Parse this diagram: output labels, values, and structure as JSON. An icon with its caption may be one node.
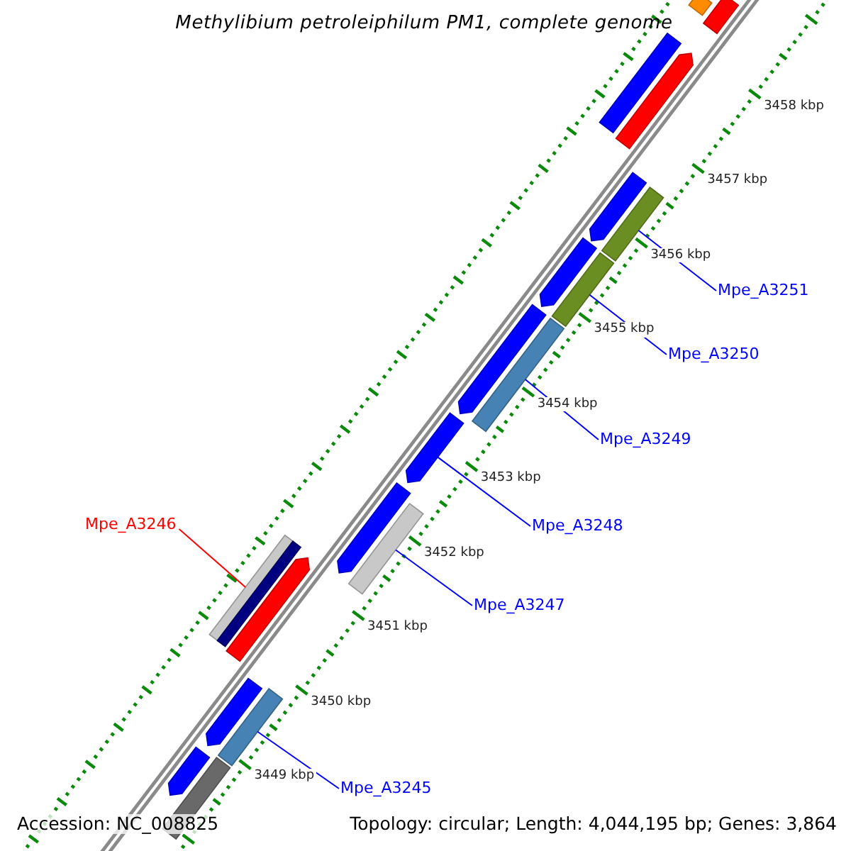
{
  "diagram": {
    "title": "Methylibium petroleiphilum PM1, complete genome",
    "nodes": [
      {
        "text": [
          "Mpe_A3251"
        ]
      },
      {
        "text": [
          "Mpe_A3250"
        ]
      },
      {
        "text": [
          "Mpe_A3249"
        ]
      },
      {
        "text": [
          "Mpe_A3246"
        ]
      },
      {
        "text": [
          "Mpe_A3248"
        ]
      },
      {
        "text": [
          "Mpe_A3247"
        ]
      },
      {
        "text": [
          "Mpe_A3245"
        ]
      },
      {
        "text": [],
        "shape": "bar"
      },
      {
        "text": [],
        "shape": "bar"
      },
      {
        "text": [],
        "shape": "bar"
      },
      {
        "text": [],
        "shape": "bar"
      },
      {
        "text": [],
        "shape": "bar"
      },
      {
        "text": [],
        "shape": "bar"
      },
      {
        "text": [],
        "shape": "bar"
      },
      {
        "text": [],
        "shape": "bar"
      },
      {
        "text": [],
        "shape": "bar"
      },
      {
        "text": [],
        "shape": "bar"
      },
      {
        "text": [],
        "shape": "bar"
      },
      {
        "text": [],
        "shape": "bar"
      },
      {
        "text": [],
        "shape": "bar"
      },
      {
        "text": [],
        "shape": "bar"
      },
      {
        "text": [],
        "shape": "bar"
      },
      {
        "text": [],
        "shape": "bar"
      },
      {
        "text": [],
        "shape": "bar"
      },
      {
        "text": [],
        "shape": "bar"
      },
      {
        "text": [],
        "shape": "bar"
      }
    ],
    "edges": [
      {
        "from": 0,
        "to": 12,
        "arrow": "none"
      },
      {
        "from": 1,
        "to": 14,
        "arrow": "none"
      },
      {
        "from": 2,
        "to": 16,
        "arrow": "none"
      },
      {
        "from": 3,
        "to": 20,
        "arrow": "none",
        "color": "#ff0000"
      },
      {
        "from": 4,
        "to": 17,
        "arrow": "none"
      },
      {
        "from": 5,
        "to": 19,
        "arrow": "none"
      },
      {
        "from": 6,
        "to": 23,
        "arrow": "none"
      }
    ],
    "labels": [
      "3458 kbp",
      "3457 kbp",
      "3456 kbp",
      "3455 kbp",
      "3454 kbp",
      "3453 kbp",
      "3452 kbp",
      "3451 kbp",
      "3450 kbp",
      "3449 kbp",
      "Accession: NC_008825",
      "Topology: circular; Length: 4,044,195 bp; Genes: 3,864"
    ]
  }
}
